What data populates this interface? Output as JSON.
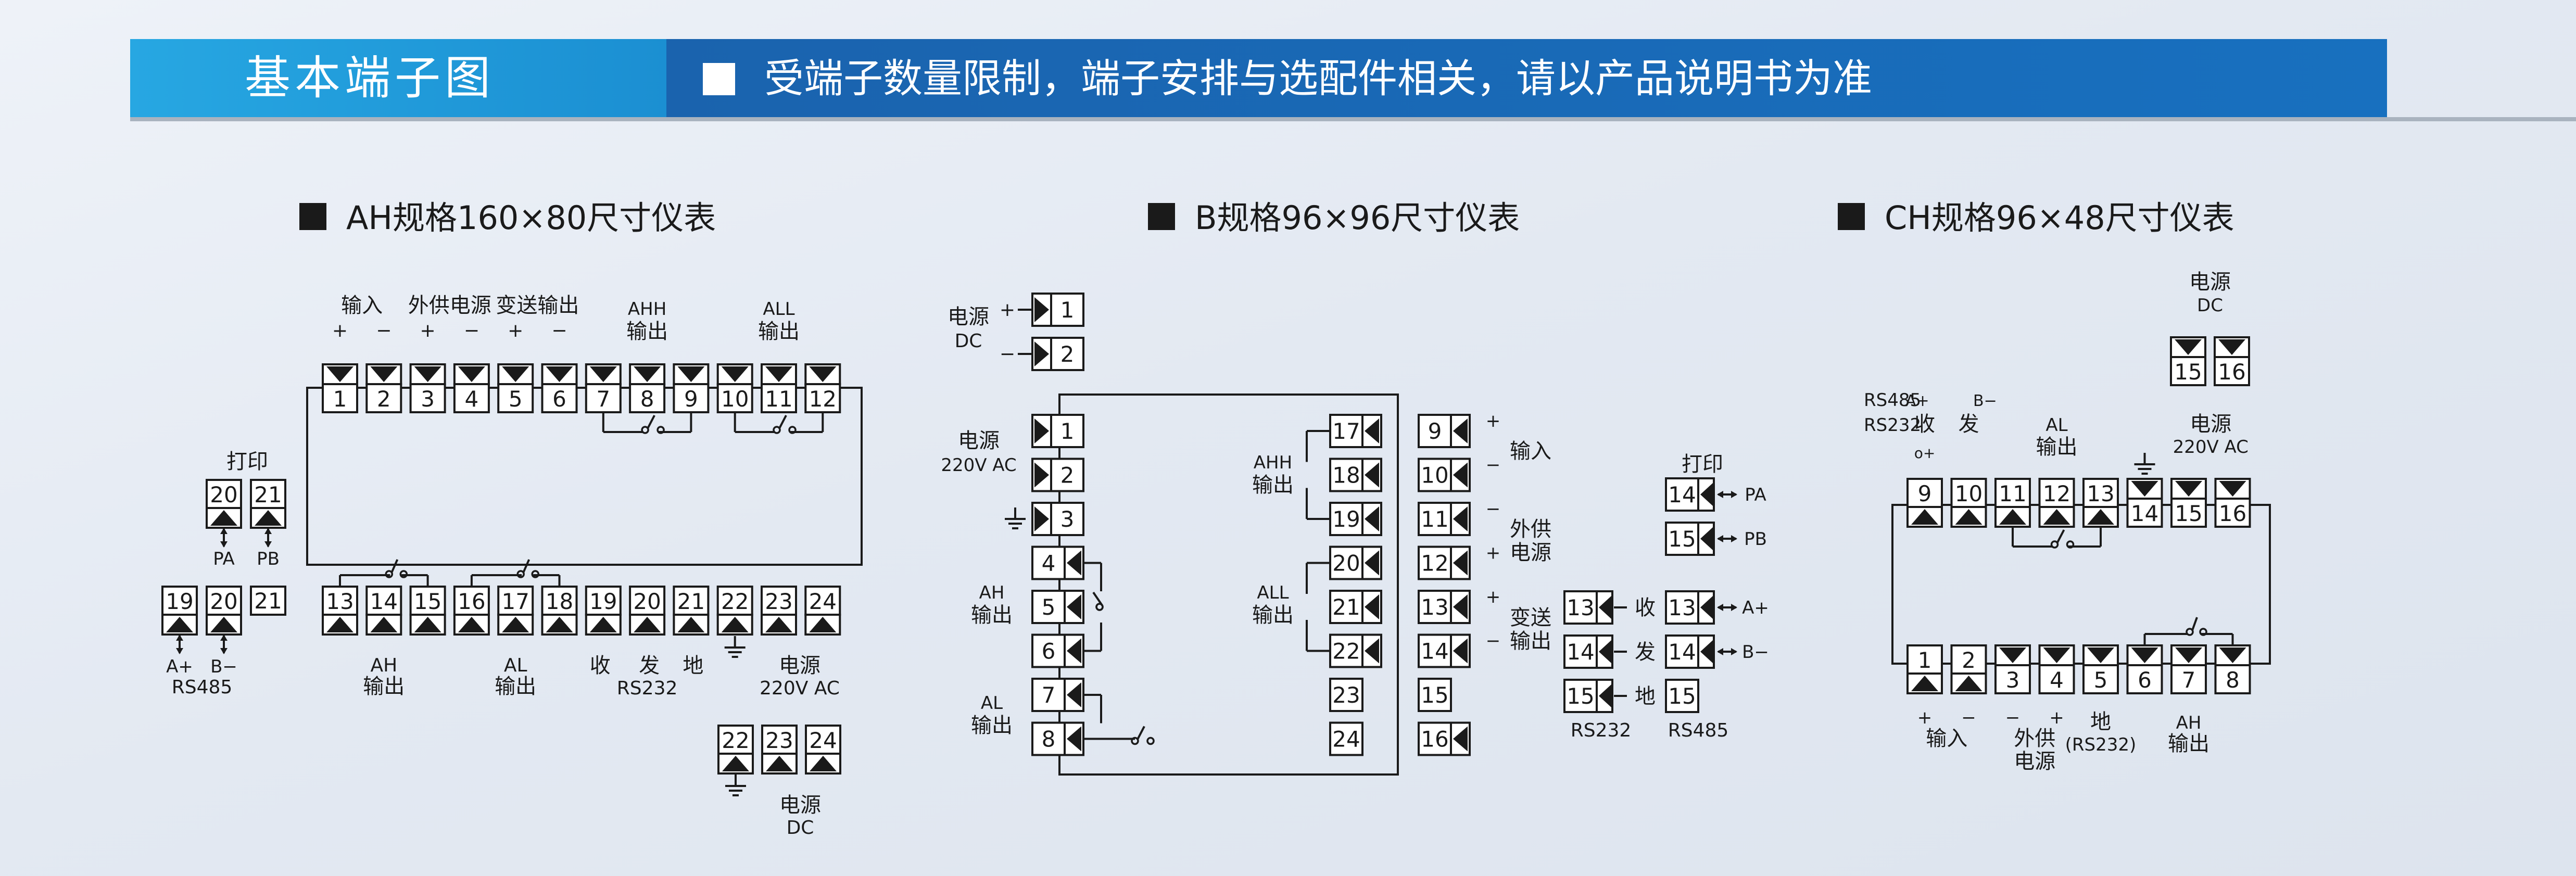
{
  "banner": {
    "title": "基本端子图",
    "notice": "受端子数量限制，端子安排与选配件相关，请以产品说明书为准"
  },
  "colors": {
    "banner_left": "#1e9ad8",
    "banner_right": "#1565b0",
    "ink": "#1a1a1a",
    "background": "#e6ebf2"
  },
  "icons": {
    "bullet": "square-bullet-icon",
    "terminal_top": "triangle-down-icon",
    "terminal_bottom": "triangle-up-icon",
    "ground": "ground-icon",
    "relay": "relay-contact-icon"
  },
  "diagrams": {
    "ah": {
      "title": "AH规格160×80尺寸仪表",
      "top_numbers": [
        "1",
        "2",
        "3",
        "4",
        "5",
        "6",
        "7",
        "8",
        "9",
        "10",
        "11",
        "12"
      ],
      "bottom_numbers": [
        "13",
        "14",
        "15",
        "16",
        "17",
        "18",
        "19",
        "20",
        "21",
        "22",
        "23",
        "24"
      ],
      "top_labels": {
        "input": "输入",
        "ext_power": "外供电源",
        "transmit": "变送输出",
        "ahh": "AHH",
        "ahh_out": "输出",
        "all": "ALL",
        "all_out": "输出"
      },
      "signs": [
        "+",
        "−",
        "+",
        "−",
        "+",
        "−"
      ],
      "print_label": "打印",
      "print_numbers": [
        "20",
        "21"
      ],
      "print_pins": [
        "PA",
        "PB"
      ],
      "rs485_numbers": [
        "19",
        "20",
        "21"
      ],
      "rs485_pins": [
        "A+",
        "B−"
      ],
      "rs485_label": "RS485",
      "bottom_labels": {
        "ah": "AH",
        "ah_out": "输出",
        "al": "AL",
        "al_out": "输出",
        "rx": "收",
        "tx": "发",
        "gnd": "地",
        "rs232": "RS232",
        "power": "电源",
        "power_ac": "220V AC"
      },
      "dc_numbers": [
        "22",
        "23",
        "24"
      ],
      "dc_power": "电源",
      "dc_label": "DC"
    },
    "b": {
      "title": "B规格96×96尺寸仪表",
      "dc_power": "电源",
      "dc_label": "DC",
      "dc_signs": [
        "+",
        "−"
      ],
      "dc_numbers": [
        "1",
        "2"
      ],
      "left_numbers": [
        "1",
        "2",
        "3",
        "4",
        "5",
        "6",
        "7",
        "8"
      ],
      "mid_numbers": [
        "17",
        "18",
        "19",
        "20",
        "21",
        "22",
        "23",
        "24"
      ],
      "right_numbers": [
        "9",
        "10",
        "11",
        "12",
        "13",
        "14",
        "15",
        "16"
      ],
      "left_labels": {
        "power": "电源",
        "power_ac": "220V AC",
        "ah": "AH",
        "ah_out": "输出",
        "al": "AL",
        "al_out": "输出"
      },
      "mid_labels": {
        "ahh": "AHH",
        "ahh_out": "输出",
        "all": "ALL",
        "all_out": "输出"
      },
      "right_labels": {
        "input": "输入",
        "ext": "外供",
        "ext_power": "电源",
        "transmit": "变送",
        "transmit_out": "输出"
      },
      "right_signs": [
        "+",
        "−",
        "−",
        "+",
        "+",
        "−"
      ],
      "print_label": "打印",
      "print_numbers": [
        "14",
        "15"
      ],
      "print_pins": [
        "PA",
        "PB"
      ],
      "rs232_numbers": [
        "13",
        "14",
        "15"
      ],
      "rs232_pins": [
        "收",
        "发",
        "地"
      ],
      "rs232_label": "RS232",
      "rs485_numbers": [
        "13",
        "14",
        "15"
      ],
      "rs485_pins": [
        "A+",
        "B−"
      ],
      "rs485_label": "RS485"
    },
    "ch": {
      "title": "CH规格96×48尺寸仪表",
      "dc_power": "电源",
      "dc_label": "DC",
      "dc_numbers": [
        "15",
        "16"
      ],
      "top_numbers": [
        "9",
        "10",
        "11",
        "12",
        "13",
        "14",
        "15",
        "16"
      ],
      "bottom_numbers": [
        "1",
        "2",
        "3",
        "4",
        "5",
        "6",
        "7",
        "8"
      ],
      "top_labels": {
        "rs485": "RS485",
        "rs232": "RS232",
        "a_plus": "A+",
        "b_minus": "B−",
        "rx": "收",
        "tx": "发",
        "rx_o": "o+",
        "al": "AL",
        "al_out": "输出",
        "power": "电源",
        "power_ac": "220V AC"
      },
      "bottom_signs": [
        "+",
        "−",
        "−",
        "+"
      ],
      "bottom_labels": {
        "input": "输入",
        "ext": "外供",
        "ext_power": "电源",
        "gnd": "地",
        "gnd_rs232": "(RS232)",
        "ah": "AH",
        "ah_out": "输出"
      }
    }
  }
}
